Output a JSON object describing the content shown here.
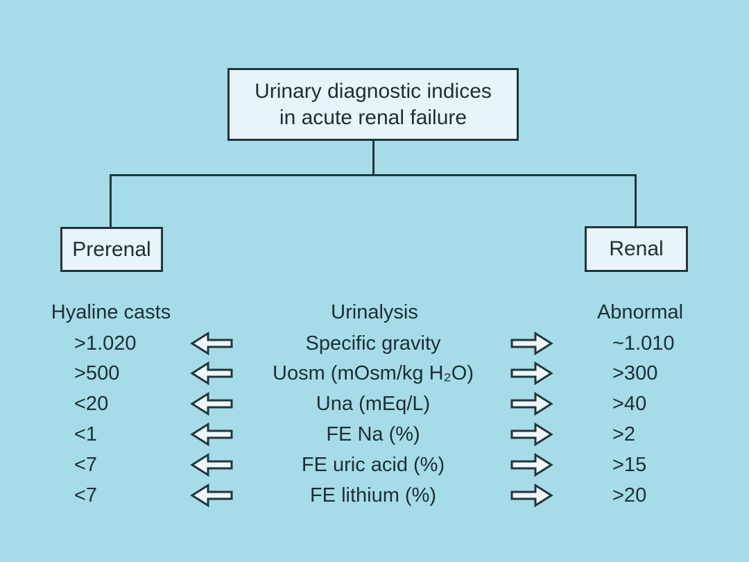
{
  "title": {
    "line1": "Urinary diagnostic indices",
    "line2": "in acute renal failure"
  },
  "branch_boxes": {
    "prerenal": "Prerenal",
    "renal": "Renal"
  },
  "table": {
    "headers": {
      "prerenal": "Hyaline casts",
      "tests": "Urinalysis",
      "renal": "Abnormal"
    },
    "rows": [
      {
        "prerenal": ">1.020",
        "test": "Specific gravity",
        "renal": "~1.010"
      },
      {
        "prerenal": ">500",
        "test": "Uosm (mOsm/kg H₂O)",
        "renal": ">300"
      },
      {
        "prerenal": "<20",
        "test": "Una (mEq/L)",
        "renal": ">40"
      },
      {
        "prerenal": "<1",
        "test": "FE Na (%)",
        "renal": ">2"
      },
      {
        "prerenal": "<7",
        "test": "FE uric acid (%)",
        "renal": ">15"
      },
      {
        "prerenal": "<7",
        "test": "FE lithium (%)",
        "renal": ">20"
      }
    ]
  },
  "icons": {
    "left_arrow": "block-arrow-left-icon",
    "right_arrow": "block-arrow-right-icon"
  },
  "colors": {
    "background": "#a5dce8",
    "box_fill": "#e9f4f8",
    "line": "#22353c",
    "text": "#1e2d33",
    "arrow_fill": "#eff7fa"
  }
}
